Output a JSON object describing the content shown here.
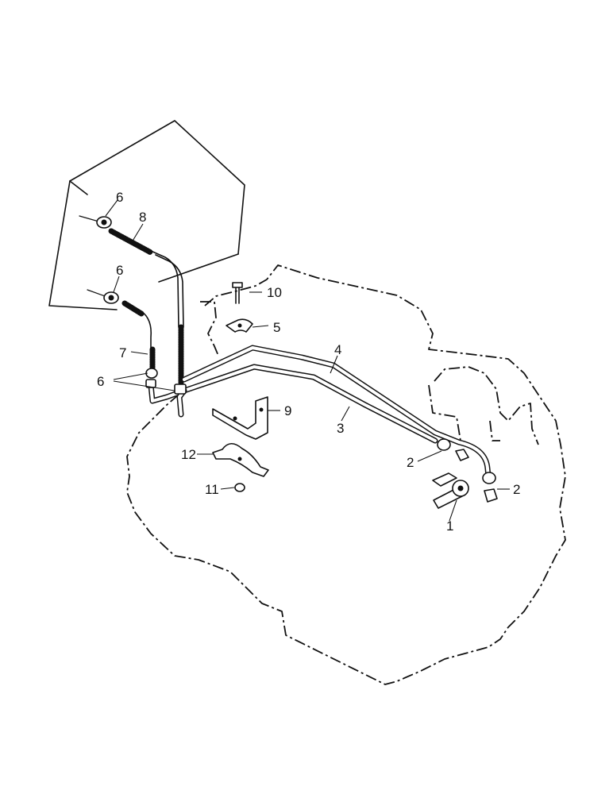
{
  "callouts": {
    "c1": "1",
    "c2a": "2",
    "c2b": "2",
    "c3": "3",
    "c4": "4",
    "c5": "5",
    "c6a": "6",
    "c6b": "6",
    "c6c": "6",
    "c7": "7",
    "c8": "8",
    "c9": "9",
    "c10": "10",
    "c11": "11",
    "c12": "12"
  },
  "colors": {
    "ink": "#111111",
    "paper": "#ffffff"
  }
}
